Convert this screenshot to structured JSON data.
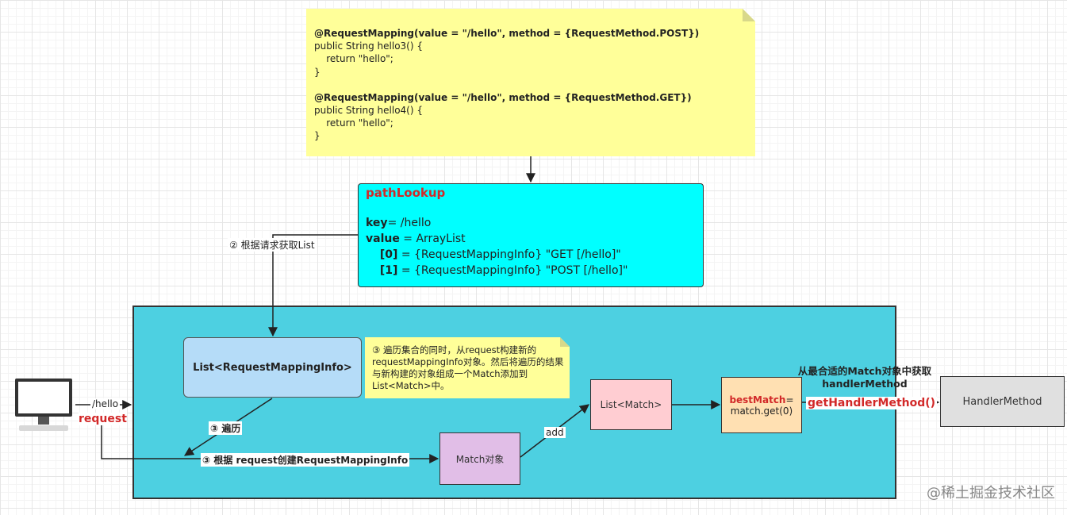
{
  "code_note": {
    "lines": [
      {
        "text": "@RequestMapping(value = \"/hello\", method = {RequestMethod.POST})",
        "bold": true
      },
      {
        "text": "public String hello3() {",
        "bold": false
      },
      {
        "text": "    return \"hello\";",
        "bold": false
      },
      {
        "text": "}",
        "bold": false
      },
      {
        "text": "",
        "bold": false
      },
      {
        "text": "@RequestMapping(value = \"/hello\", method = {RequestMethod.GET})",
        "bold": true
      },
      {
        "text": "public String hello4() {",
        "bold": false
      },
      {
        "text": "    return \"hello\";",
        "bold": false
      },
      {
        "text": "}",
        "bold": false
      }
    ]
  },
  "path_lookup": {
    "title": "pathLookup",
    "key_label": "key",
    "key_value": "= /hello",
    "value_label": "value",
    "value_value": " = ArrayList",
    "entries": [
      {
        "index": "[0]",
        "text": "= {RequestMappingInfo} \"GET [/hello]\""
      },
      {
        "index": "[1]",
        "text": "= {RequestMappingInfo} \"POST [/hello]\""
      }
    ]
  },
  "labels": {
    "step2": "② 根据请求获取List",
    "list_rmi": "List<RequestMappingInfo>",
    "note2": "③ 遍历集合的同时，从request构建新的requestMappingInfo对象。然后将遍历的结果与新构建的对象组成一个Match添加到List<Match>中。",
    "iterate": "③ 遍历",
    "create_rmi": "③ 根据 request创建RequestMappingInfo",
    "match_obj": "Match对象",
    "add": "add",
    "list_match": "List<Match>",
    "best_match_key": "bestMatch",
    "best_match_eq": "=",
    "best_match_expr": "match.get(0)",
    "best_top": "从最合适的Match对象中获取handlerMethod",
    "get_handler": "getHandlerMethod()",
    "handler_method": "HandlerMethod",
    "hello_path": "/hello",
    "request": "request"
  },
  "watermark": "@稀土掘金技术社区",
  "colors": {
    "note_yellow": "#ffff99",
    "path_lookup_bg": "#00ffff",
    "container_bg": "#4dd0e1",
    "list_rmi_bg": "#b5dcf8",
    "match_bg": "#e1bee7",
    "list_match_bg": "#ffcdd2",
    "best_match_bg": "#ffe0b2",
    "handler_bg": "#e0e0e0",
    "accent_red": "#d22828"
  },
  "icons": {
    "client": "monitor-icon"
  }
}
